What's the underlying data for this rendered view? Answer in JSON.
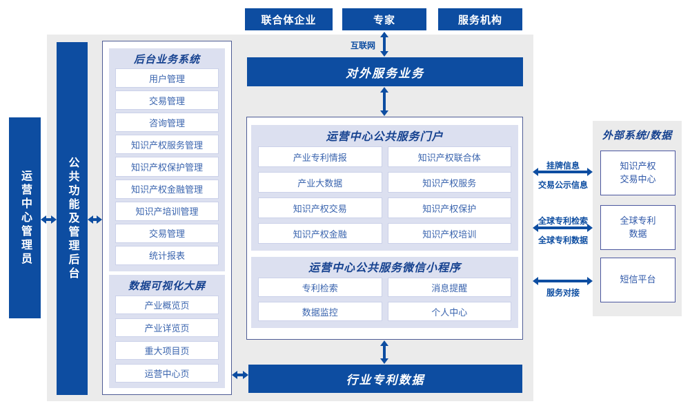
{
  "colors": {
    "primary_blue": "#0d4da1",
    "title_navy": "#15418f",
    "panel_lavender": "#dce0f0",
    "box_border": "#4d5b94",
    "item_text_blue": "#3a64ae",
    "background_gray": "#ebebeb"
  },
  "top": {
    "actors": [
      "联合体企业",
      "专家",
      "服务机构"
    ],
    "internet_label": "互联网",
    "external_service_bar": "对外服务业务"
  },
  "left": {
    "admin_bar": "运营中心管理员",
    "backend_bar": "公共功能及管理后台",
    "backend_system": {
      "title": "后台业务系统",
      "items": [
        "用户管理",
        "交易管理",
        "咨询管理",
        "知识产权服务管理",
        "知识产权保护管理",
        "知识产权金融管理",
        "知识产培训管理",
        "交易管理",
        "统计报表"
      ]
    },
    "dashboard": {
      "title": "数据可视化大屏",
      "items": [
        "产业概览页",
        "产业详览页",
        "重大项目页",
        "运营中心页"
      ]
    }
  },
  "center": {
    "portal": {
      "title": "运营中心公共服务门户",
      "items": [
        "产业专利情报",
        "知识产权联合体",
        "产业大数据",
        "知识产权服务",
        "知识产权交易",
        "知识产权保护",
        "知识产权金融",
        "知识产权培训"
      ]
    },
    "miniapp": {
      "title": "运营中心公共服务微信小程序",
      "items": [
        "专利检索",
        "消息提醒",
        "数据监控",
        "个人中心"
      ]
    },
    "industry_patent_bar": "行业专利数据"
  },
  "right": {
    "title": "外部系统/数据",
    "systems": [
      "知识产权交易中心",
      "全球专利数据",
      "短信平台"
    ],
    "links": {
      "listing_info": "挂牌信息",
      "trade_publicity_info": "交易公示信息",
      "global_patent_search": "全球专利检索",
      "global_patent_data": "全球专利数据",
      "service_docking": "服务对接"
    }
  }
}
